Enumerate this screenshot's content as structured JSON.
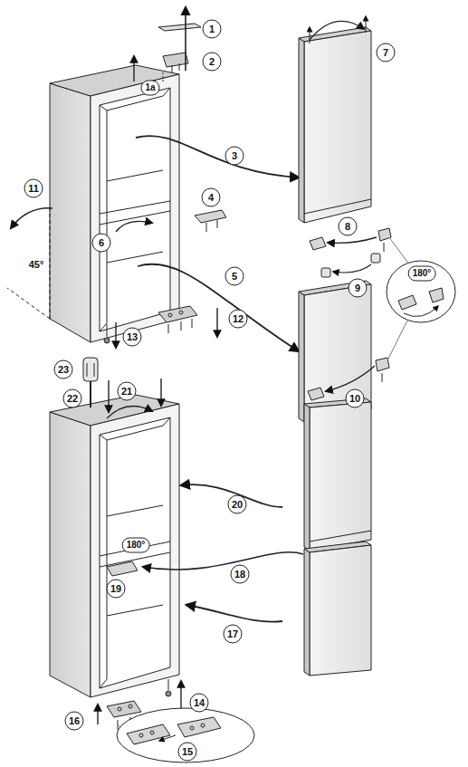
{
  "diagram": {
    "labels": [
      "1",
      "2",
      "1a",
      "3",
      "4",
      "5",
      "6",
      "7",
      "8",
      "9",
      "10",
      "180°",
      "11",
      "45°",
      "12",
      "13",
      "23",
      "22",
      "21",
      "20",
      "180°",
      "19",
      "18",
      "17",
      "14",
      "16",
      "15"
    ]
  }
}
